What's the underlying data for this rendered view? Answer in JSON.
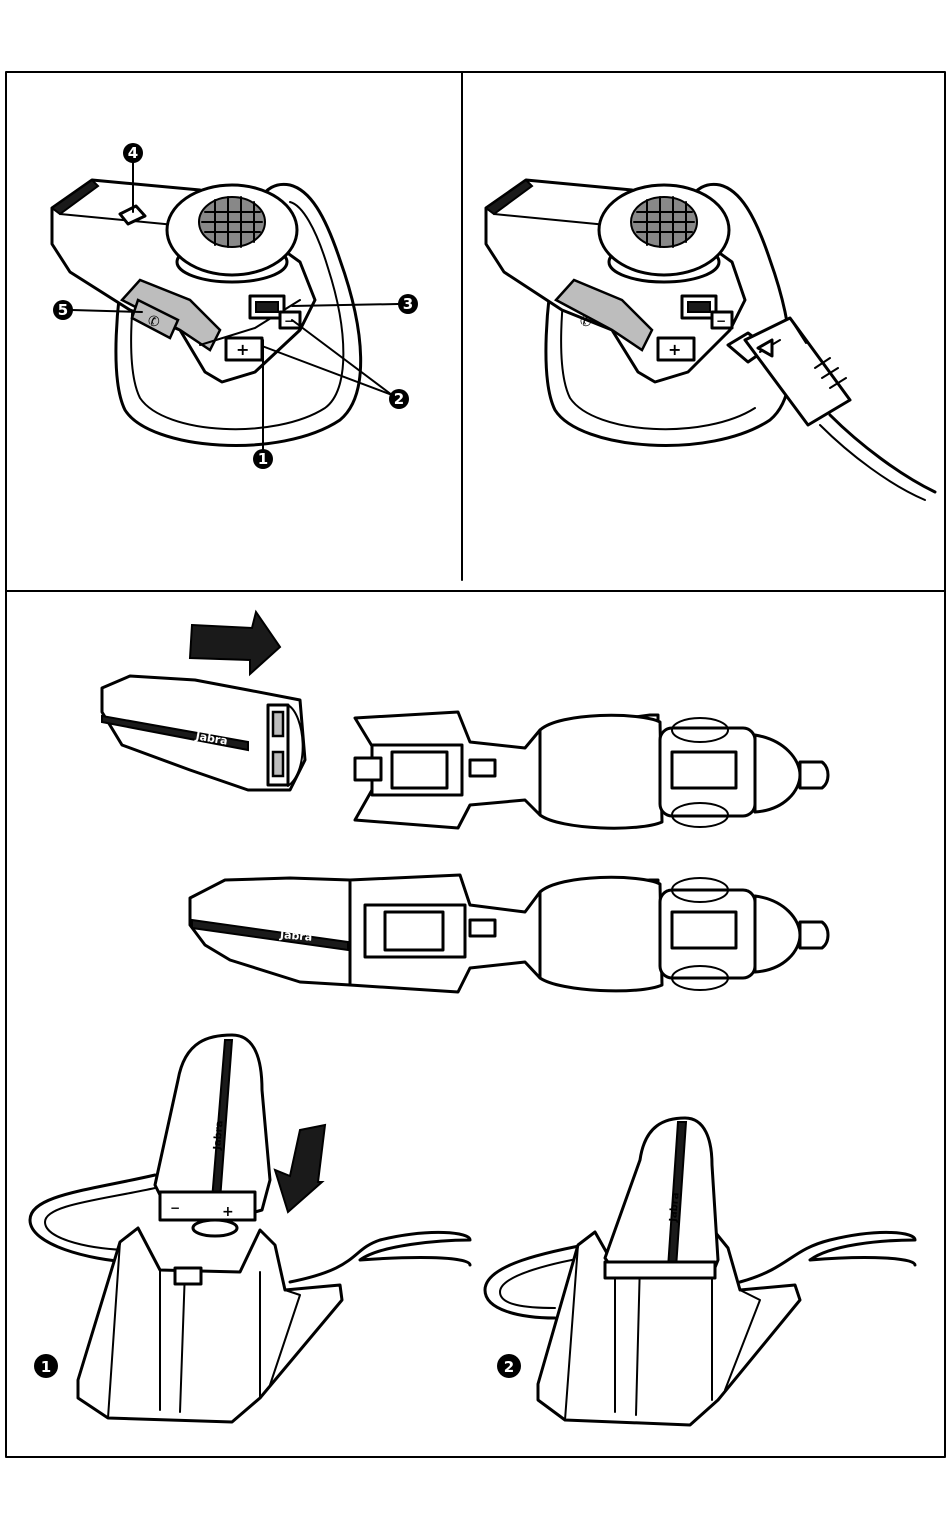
{
  "callouts": [
    {
      "id": "c1",
      "label": "1"
    },
    {
      "id": "c2",
      "label": "2"
    },
    {
      "id": "c3",
      "label": "3"
    },
    {
      "id": "c4",
      "label": "4"
    },
    {
      "id": "c5",
      "label": "5"
    }
  ],
  "steps": [
    {
      "id": "s1",
      "label": "1"
    },
    {
      "id": "s2",
      "label": "2"
    }
  ],
  "brand": "Jabra",
  "button_glyphs": {
    "plus": "+",
    "minus": "−",
    "call": "✆"
  },
  "colors": {
    "line": "#000000",
    "fill": "#ffffff",
    "shade": "#bdbdbd",
    "dark": "#1a1a1a"
  }
}
